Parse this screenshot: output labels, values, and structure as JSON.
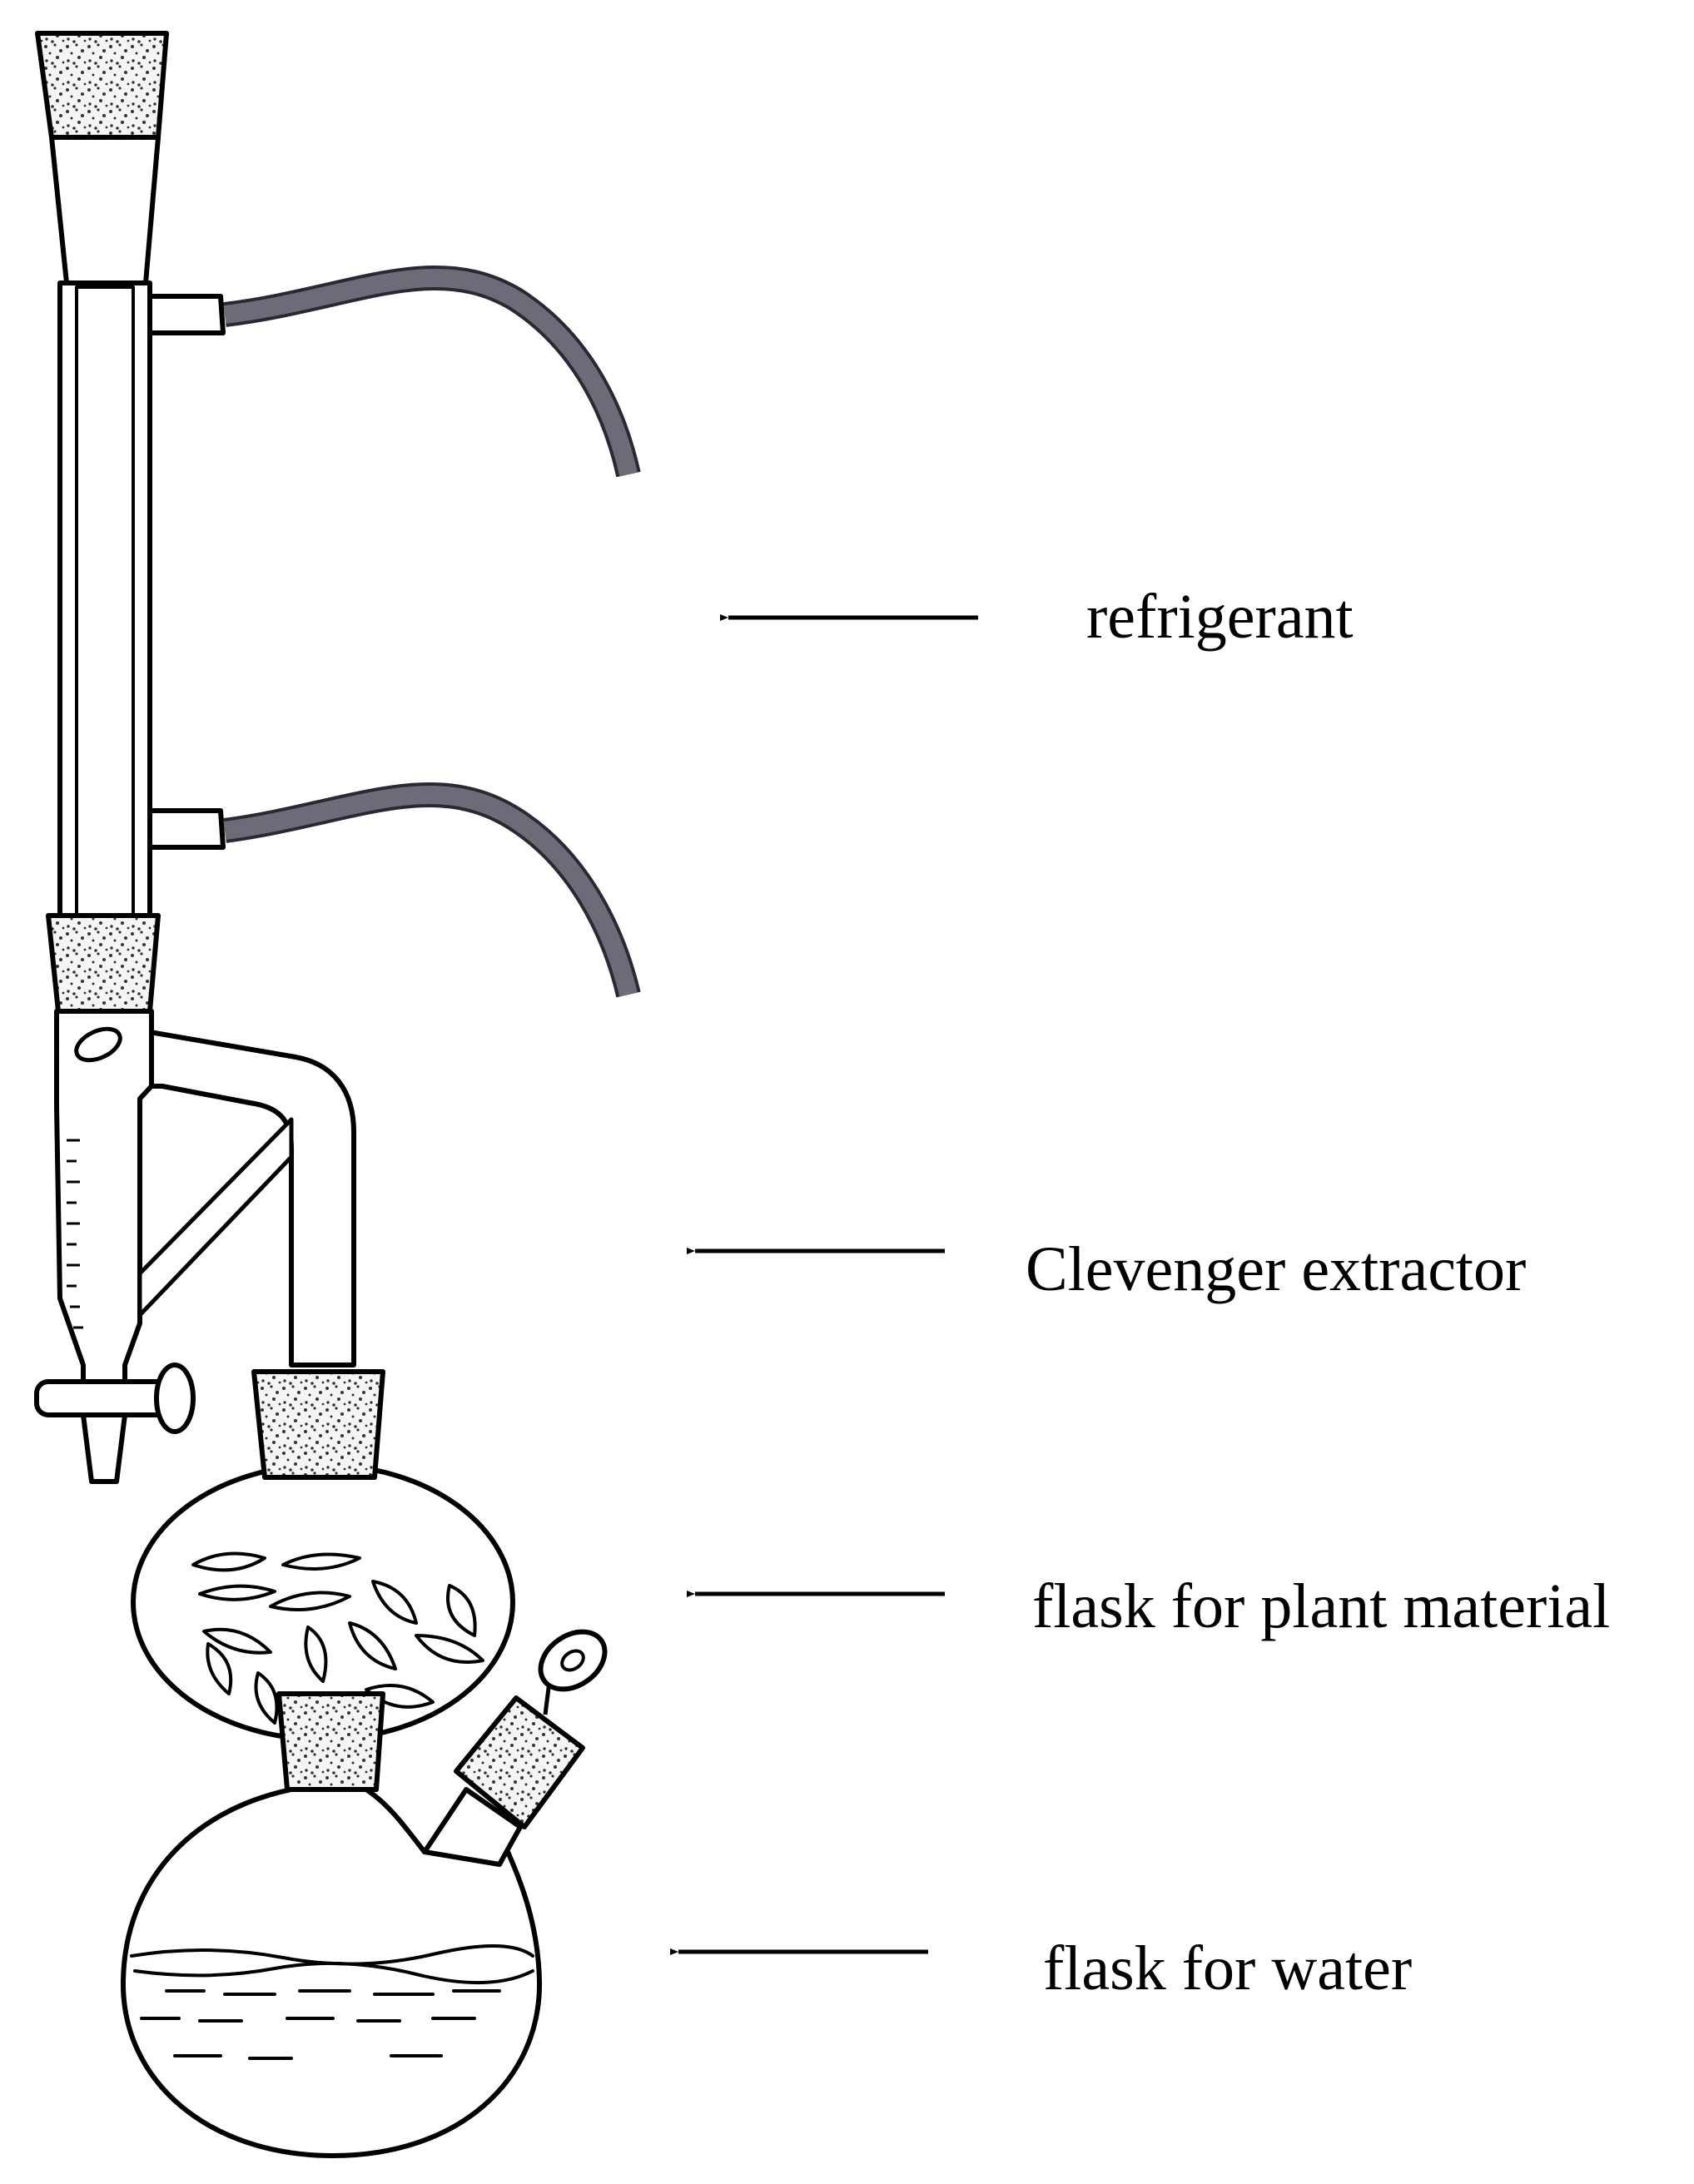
{
  "labels": {
    "refrigerant": "refrigerant",
    "clevenger": "Clevenger extractor",
    "plant_flask": "flask for plant material",
    "water_flask": "flask for water"
  },
  "colors": {
    "ink": "#000000",
    "tubing": "#6e6a78",
    "tubing_edge": "#2b2833",
    "glass": "#ffffff",
    "stopper_fill": "#f2f2f2",
    "background": "#ffffff"
  }
}
